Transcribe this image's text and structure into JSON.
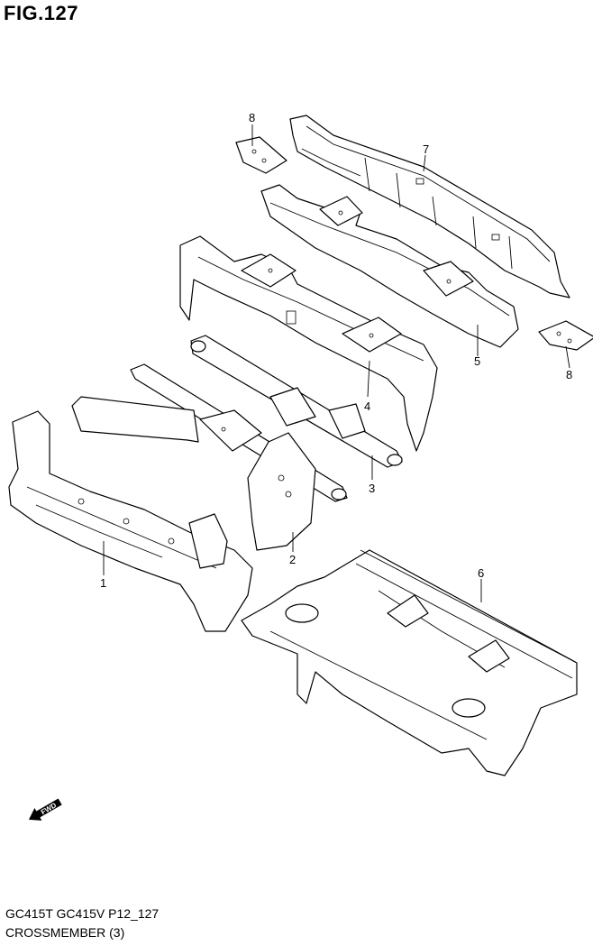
{
  "figure": {
    "title": "FIG.127",
    "code": "GC415T GC415V P12_127",
    "name": "CROSSMEMBER (3)"
  },
  "callouts": [
    {
      "id": "callout-1",
      "label": "1"
    },
    {
      "id": "callout-2",
      "label": "2"
    },
    {
      "id": "callout-3",
      "label": "3"
    },
    {
      "id": "callout-4",
      "label": "4"
    },
    {
      "id": "callout-5",
      "label": "5"
    },
    {
      "id": "callout-6",
      "label": "6"
    },
    {
      "id": "callout-7",
      "label": "7"
    },
    {
      "id": "callout-8a",
      "label": "8"
    },
    {
      "id": "callout-8b",
      "label": "8"
    }
  ],
  "fwd_arrow": {
    "label": "FWD",
    "icon": "fwd-arrow-icon"
  }
}
